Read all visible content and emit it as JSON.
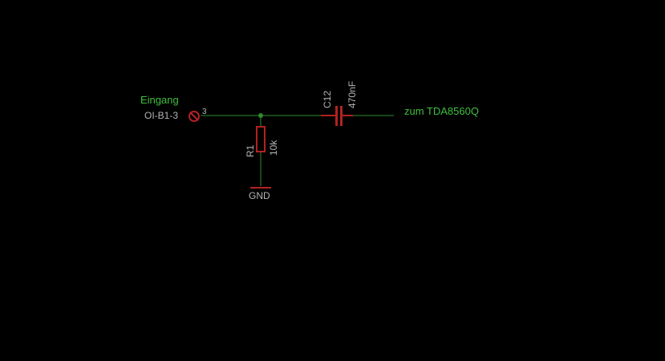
{
  "schematic": {
    "input_label": "Eingang",
    "connector_name": "OI-B1-3",
    "connector_pin": "3",
    "output_label": "zum TDA8560Q",
    "resistor": {
      "name": "R1",
      "value": "10k"
    },
    "capacitor": {
      "name": "C12",
      "value": "470nF"
    },
    "ground_label": "GND",
    "colors": {
      "background": "#000000",
      "wire": "#2e8b2e",
      "component": "#b22222",
      "net_label": "#3fbf3f",
      "part_text": "#b4b4b4"
    }
  }
}
